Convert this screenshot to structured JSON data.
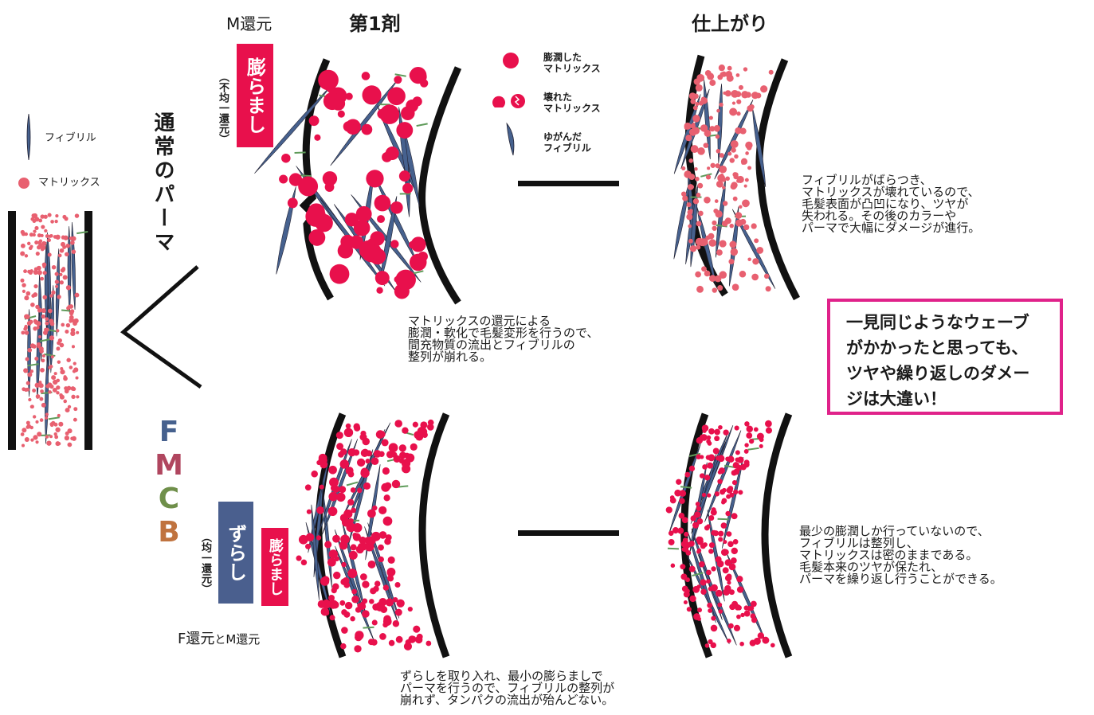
{
  "colors": {
    "matrix": "#e8104c",
    "fibril": "#46618e",
    "bond": "#5f9b5a",
    "accent_box": "#e0228a",
    "zurashi_box": "#4a5f8e",
    "hair_edge": "#111111",
    "F": "#46618e",
    "M": "#b0465f",
    "C": "#6f8f4a",
    "B": "#c0733f"
  },
  "headers": {
    "m_reduction": "M還元",
    "first_agent": "第1剤",
    "finish": "仕上がり"
  },
  "left_legend": {
    "fibril": "フィブリル",
    "matrix": "マトリックス"
  },
  "regular_perm": "通常のパーマ",
  "top_box": {
    "label": "膨らまし",
    "sub": "（不均一還元）"
  },
  "legend": {
    "swollen_matrix": "膨潤した\nマトリックス",
    "broken_matrix": "壊れた\nマトリックス",
    "distorted_fibril": "ゆがんだ\nフィブリル"
  },
  "top_desc": "マトリックスの還元による\n膨潤・軟化で毛髪変形を行うので、\n間充物質の流出とフィブリルの\n整列が崩れる。",
  "top_finish_desc": "フィブリルがばらつき、\nマトリックスが壊れているので、\n毛髪表面が凸凹になり、ツヤが\n失われる。その後のカラーや\nパーマで大幅にダメージが進行。",
  "callout": "一見同じようなウェーブ\nがかかったと思っても、\nツヤや繰り返しのダメー\nジは大違い！",
  "fmcb": [
    "F",
    "M",
    "C",
    "B"
  ],
  "bottom_boxes": {
    "zurashi": "ずらし",
    "fukuramashi": "膨らまし",
    "sub": "（均一還元）",
    "caption_f": "F還元",
    "caption_to": "と",
    "caption_m": "M還元"
  },
  "bottom_desc": "ずらしを取り入れ、最小の膨らましで\nパーマを行うので、フィブリルの整列が\n崩れず、タンパクの流出が殆んどない。",
  "bottom_finish_desc": "最少の膨潤しか行っていないので、\nフィブリルは整列し、\nマトリックスは密のままである。\n毛髪本来のツヤが保たれ、\nパーマを繰り返し行うことができる。"
}
